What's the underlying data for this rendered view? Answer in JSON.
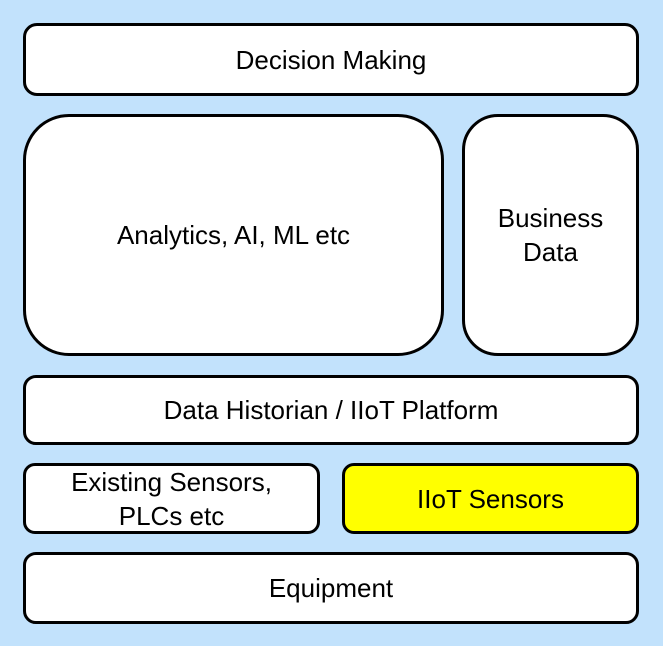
{
  "diagram": {
    "title": "IIoT architecture layers",
    "colors": {
      "background": "#C2E2FC",
      "box_fill": "#FFFFFF",
      "highlight_fill": "#FFFF00",
      "border": "#000000",
      "text": "#000000"
    },
    "layers": {
      "decision_making": {
        "label": "Decision Making"
      },
      "analytics": {
        "label": "Analytics, AI, ML etc"
      },
      "business_data": {
        "line1": "Business",
        "line2": "Data"
      },
      "data_historian": {
        "label": "Data Historian / IIoT Platform"
      },
      "existing_sensors": {
        "line1": "Existing Sensors,",
        "line2": "PLCs etc"
      },
      "iiot_sensors": {
        "label": "IIoT Sensors",
        "highlighted": true
      },
      "equipment": {
        "label": "Equipment"
      }
    }
  }
}
